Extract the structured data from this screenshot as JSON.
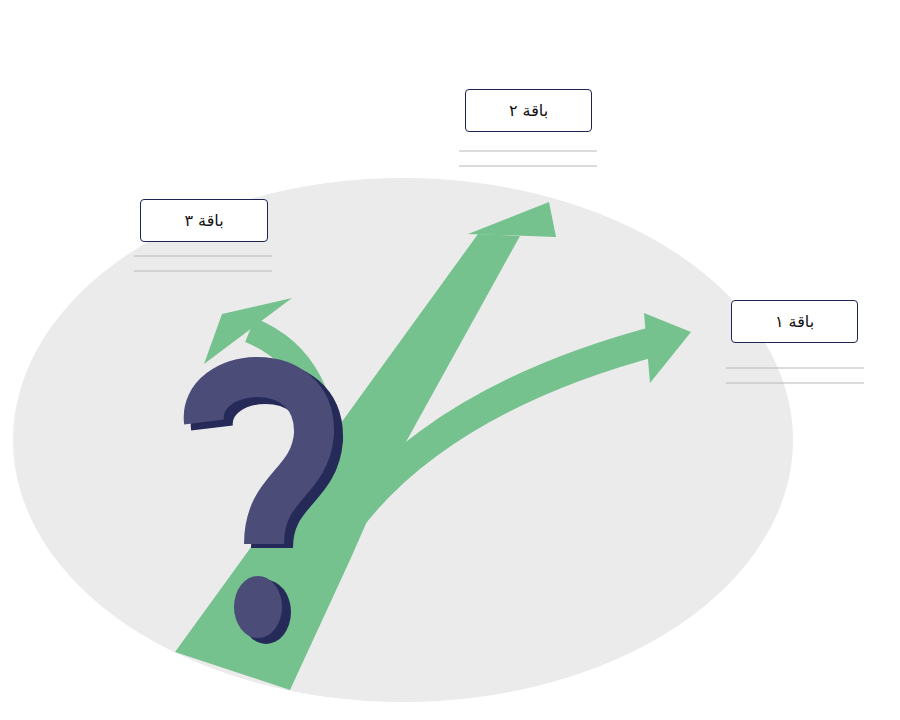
{
  "diagram": {
    "nodes": [
      {
        "text": [
          "باقة ٢"
        ]
      },
      {
        "text": [
          "باقة ٣"
        ]
      },
      {
        "text": [
          "باقة ١"
        ]
      }
    ]
  }
}
